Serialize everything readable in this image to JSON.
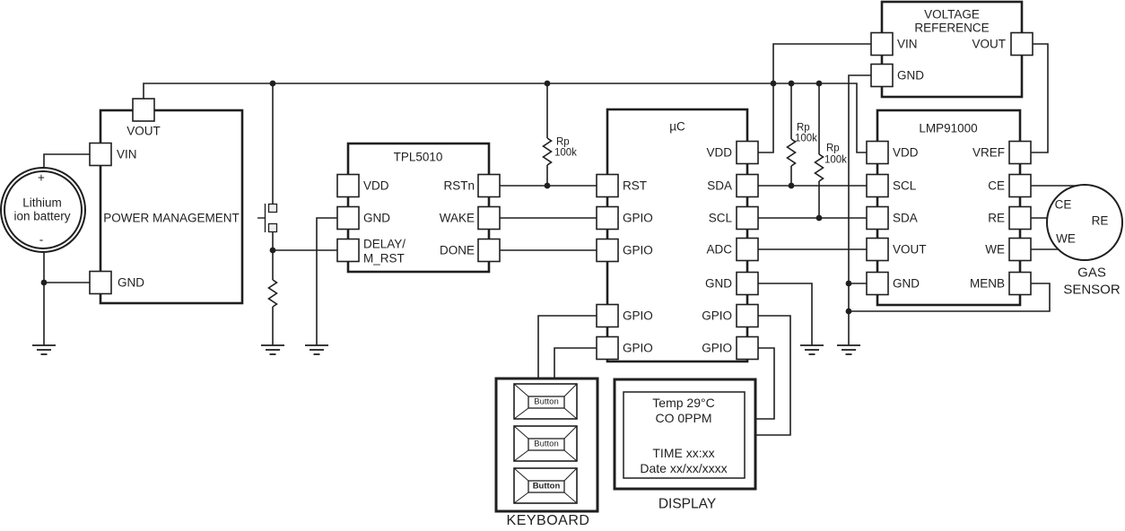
{
  "battery": {
    "plus": "+",
    "minus": "-",
    "name_line1": "Lithium",
    "name_line2": "ion battery"
  },
  "power_management": {
    "title": "POWER MANAGEMENT",
    "pin_vout": "VOUT",
    "pin_vin": "VIN",
    "pin_gnd": "GND"
  },
  "timer": {
    "title": "TPL5010",
    "pin_vdd": "VDD",
    "pin_gnd": "GND",
    "pin_delay_line1": "DELAY/",
    "pin_delay_line2": "M_RST",
    "pin_rstn": "RSTn",
    "pin_wake": "WAKE",
    "pin_done": "DONE"
  },
  "mcu": {
    "title": "µC",
    "pin_rst": "RST",
    "pin_gpio": "GPIO",
    "pin_vdd": "VDD",
    "pin_sda": "SDA",
    "pin_scl": "SCL",
    "pin_adc": "ADC",
    "pin_gnd": "GND"
  },
  "voltage_reference": {
    "title_line1": "VOLTAGE",
    "title_line2": "REFERENCE",
    "pin_vin": "VIN",
    "pin_gnd": "GND",
    "pin_vout": "VOUT"
  },
  "afe": {
    "title": "LMP91000",
    "pin_vdd": "VDD",
    "pin_scl": "SCL",
    "pin_sda": "SDA",
    "pin_vout": "VOUT",
    "pin_gnd": "GND",
    "pin_vref": "VREF",
    "pin_ce": "CE",
    "pin_re": "RE",
    "pin_we": "WE",
    "pin_menb": "MENB"
  },
  "gas_sensor": {
    "label_line1": "GAS",
    "label_line2": "SENSOR",
    "pin_ce": "CE",
    "pin_re": "RE",
    "pin_we": "WE"
  },
  "resistors": {
    "ref": "Rp",
    "value": "100k"
  },
  "keyboard": {
    "label": "KEYBOARD",
    "button1": "Button",
    "button2": "Button",
    "button3": "Button"
  },
  "display": {
    "label": "DISPLAY",
    "line1": "Temp 29°C",
    "line2": "CO 0PPM",
    "line3": "TIME xx:xx",
    "line4": "Date xx/xx/xxxx"
  }
}
